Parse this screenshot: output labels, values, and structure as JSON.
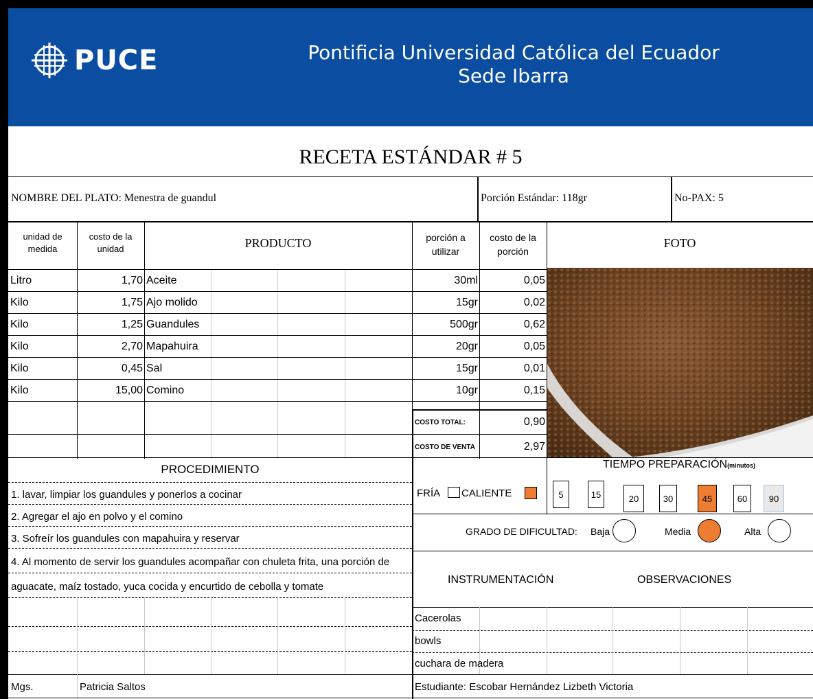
{
  "header": {
    "logo_text": "PUCE",
    "university_line1": "Pontificia Universidad Católica del Ecuador",
    "university_line2": "Sede Ibarra",
    "brand_color": "#0a4da1"
  },
  "title": "RECETA ESTÁNDAR # 5",
  "info": {
    "dish": "NOMBRE DEL PLATO: Menestra de guandul",
    "portion": "Porción Estándar: 118gr",
    "pax": "No-PAX:  5"
  },
  "columns": {
    "unit": "unidad de medida",
    "unit_cost": "costo de la unidad",
    "product": "PRODUCTO",
    "portion_use": "porción a utilizar",
    "portion_cost": "costo de la porción",
    "photo": "FOTO"
  },
  "ingredients": [
    {
      "unit": "Litro",
      "cost": "1,70",
      "product": "Aceite",
      "portion": "30ml",
      "portion_cost": "0,05"
    },
    {
      "unit": "Kilo",
      "cost": "1,75",
      "product": "Ajo molido",
      "portion": "15gr",
      "portion_cost": "0,02"
    },
    {
      "unit": "Kilo",
      "cost": "1,25",
      "product": "Guandules",
      "portion": "500gr",
      "portion_cost": "0,62"
    },
    {
      "unit": "Kilo",
      "cost": "2,70",
      "product": "Mapahuira",
      "portion": "20gr",
      "portion_cost": "0,05"
    },
    {
      "unit": "Kilo",
      "cost": "0,45",
      "product": "Sal",
      "portion": "15gr",
      "portion_cost": "0,01"
    },
    {
      "unit": "Kilo",
      "cost": "15,00",
      "product": "Comino",
      "portion": "10gr",
      "portion_cost": "0,15"
    }
  ],
  "totals": {
    "total_label": "COSTO TOTAL:",
    "total_value": "0,90",
    "sale_label": "COSTO DE VENTA",
    "sale_value": "2,97"
  },
  "procedure": {
    "heading": "PROCEDIMIENTO",
    "steps": [
      "1. lavar, limpiar los guandules y ponerlos a cocinar",
      "2. Agregar el ajo en polvo y el comino",
      "3. Sofreír los guandules con mapahuira y reservar",
      "4. Al momento de servir los guandules acompañar con chuleta frita, una porción de",
      "aguacate, maíz tostado, yuca cocida y encurtido de cebolla y tomate"
    ]
  },
  "temperature": {
    "cold": "FRÍA",
    "hot": "CALIENTE",
    "selected": "CALIENTE",
    "selected_color": "#ed7d31"
  },
  "prep_time": {
    "label": "TIEMPO PREPARACIÓN",
    "unit": "(minutos)",
    "options": [
      "5",
      "15",
      "20",
      "30",
      "45",
      "60",
      "90"
    ],
    "selected": "45"
  },
  "difficulty": {
    "label": "GRADO DE DIFICULTAD:",
    "options": [
      "Baja",
      "Media",
      "Alta"
    ],
    "selected": "Media"
  },
  "instrumentation": {
    "heading": "INSTRUMENTACIÓN",
    "observations_heading": "OBSERVACIONES",
    "items": [
      "Cacerolas",
      "bowls",
      "cuchara de madera"
    ]
  },
  "footer": {
    "title": "Mgs.",
    "teacher": "Patricia Saltos",
    "student": "Estudiante: Escobar Hernández  Lizbeth Victoria"
  }
}
